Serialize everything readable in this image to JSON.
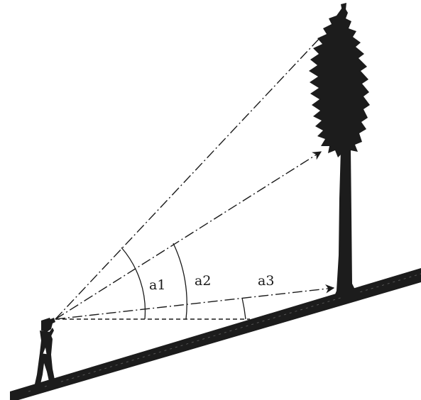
{
  "labels": {
    "a1": "a1",
    "a2": "a2",
    "a3": "a3"
  },
  "colors": {
    "ink": "#1c1c1c",
    "background": "#ffffff"
  }
}
